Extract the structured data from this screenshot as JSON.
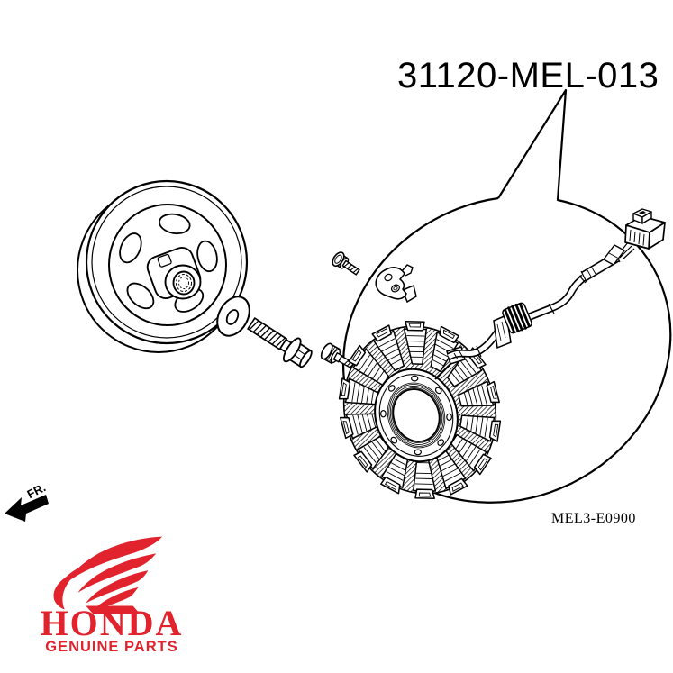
{
  "page": {
    "background": "#ffffff",
    "ink": "#000000"
  },
  "callout": {
    "part_number": "31120-MEL-013"
  },
  "diagram": {
    "code": "MEL3-E0900",
    "front_label": "FR.",
    "components": [
      "flywheel-rotor",
      "plain-washer",
      "flange-bolt",
      "small-flange-bolt",
      "wire-clamp",
      "socket-bolt",
      "stator-coil-assembly",
      "wire-grommet",
      "wire-harness",
      "harness-connector"
    ]
  },
  "logo": {
    "brand": "HONDA",
    "tagline": "GENUINE PARTS",
    "red": "#E0232D"
  }
}
